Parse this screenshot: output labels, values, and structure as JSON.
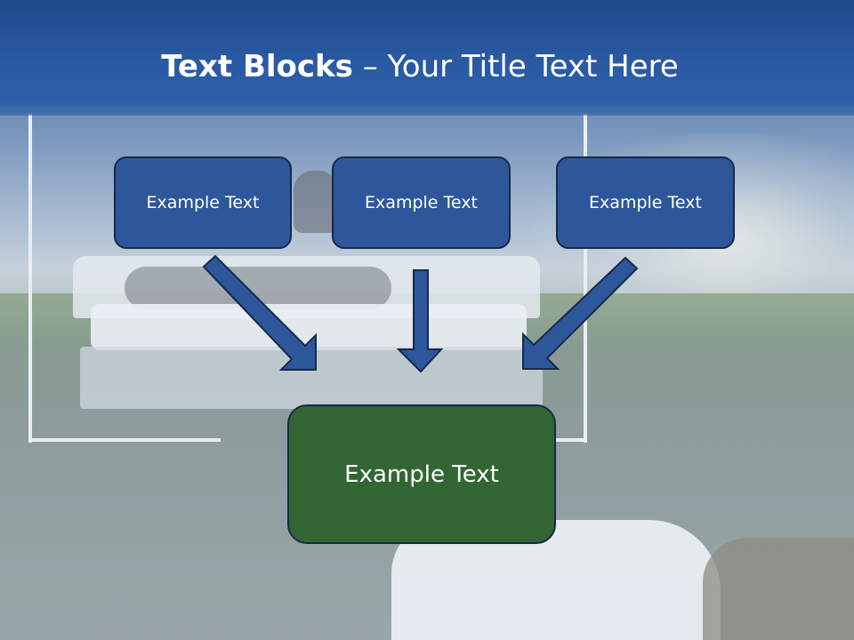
{
  "title": {
    "bold": "Text Blocks",
    "separator": " – ",
    "rest": "Your Title Text Here"
  },
  "blocks": {
    "top": [
      {
        "label": "Example Text"
      },
      {
        "label": "Example Text"
      },
      {
        "label": "Example Text"
      }
    ],
    "bottom": {
      "label": "Example Text"
    }
  },
  "colors": {
    "title_bar": "#2a5aa3",
    "block_blue": "#2e579b",
    "block_green": "#336633",
    "border": "#15294a",
    "text": "#ffffff"
  }
}
